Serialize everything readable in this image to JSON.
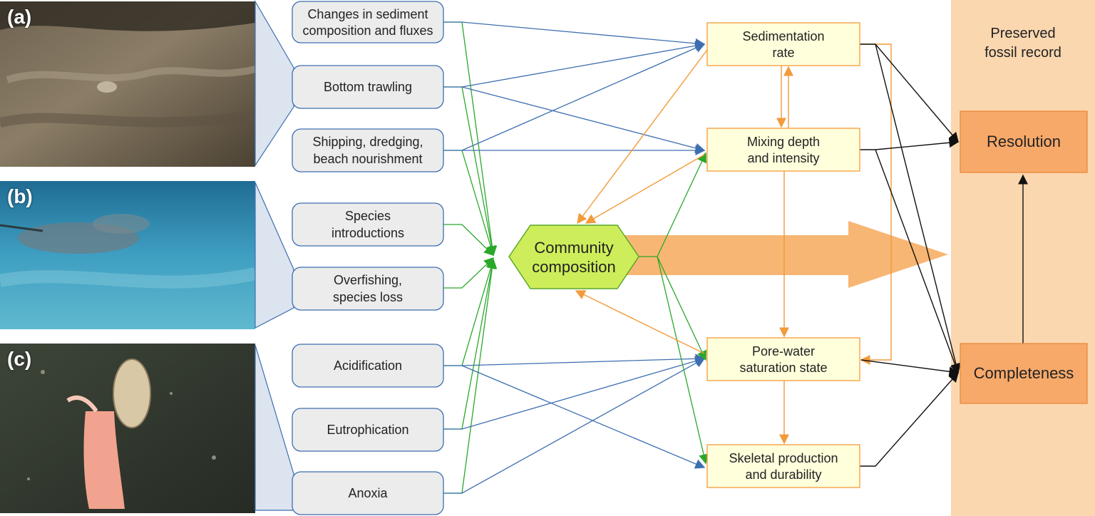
{
  "photos": {
    "a": {
      "label": "(a)"
    },
    "b": {
      "label": "(b)"
    },
    "c": {
      "label": "(c)"
    }
  },
  "drivers": {
    "sediment": {
      "line1": "Changes in sediment",
      "line2": "composition and fluxes"
    },
    "trawling": {
      "line1": "Bottom trawling"
    },
    "shipping": {
      "line1": "Shipping, dredging,",
      "line2": "beach nourishment"
    },
    "introductions": {
      "line1": "Species",
      "line2": "introductions"
    },
    "overfishing": {
      "line1": "Overfishing,",
      "line2": "species loss"
    },
    "acidification": {
      "line1": "Acidification"
    },
    "eutrophication": {
      "line1": "Eutrophication"
    },
    "anoxia": {
      "line1": "Anoxia"
    }
  },
  "community": {
    "line1": "Community",
    "line2": "composition"
  },
  "processes": {
    "sedimentation": {
      "line1": "Sedimentation",
      "line2": "rate"
    },
    "mixing": {
      "line1": "Mixing depth",
      "line2": "and intensity"
    },
    "porewater": {
      "line1": "Pore-water",
      "line2": "saturation state"
    },
    "skeletal": {
      "line1": "Skeletal production",
      "line2": "and durability"
    }
  },
  "record": {
    "heading_line1": "Preserved",
    "heading_line2": "fossil record",
    "resolution": "Resolution",
    "completeness": "Completeness"
  },
  "colors": {
    "driver_fill": "#ececec",
    "driver_stroke": "#3d6fb0",
    "process_fill": "#ffffdc",
    "process_stroke": "#f39a3a",
    "record_band": "#fbd7b0",
    "record_box": "#f7a96a",
    "community_fill": "#cdee5a",
    "community_stroke": "#5aa82a",
    "blue_arrow": "#3d6fb0",
    "green_arrow": "#2aa82a",
    "orange_arrow": "#f39a3a",
    "black_arrow": "#111111",
    "big_arrow": "#f7b26b"
  }
}
